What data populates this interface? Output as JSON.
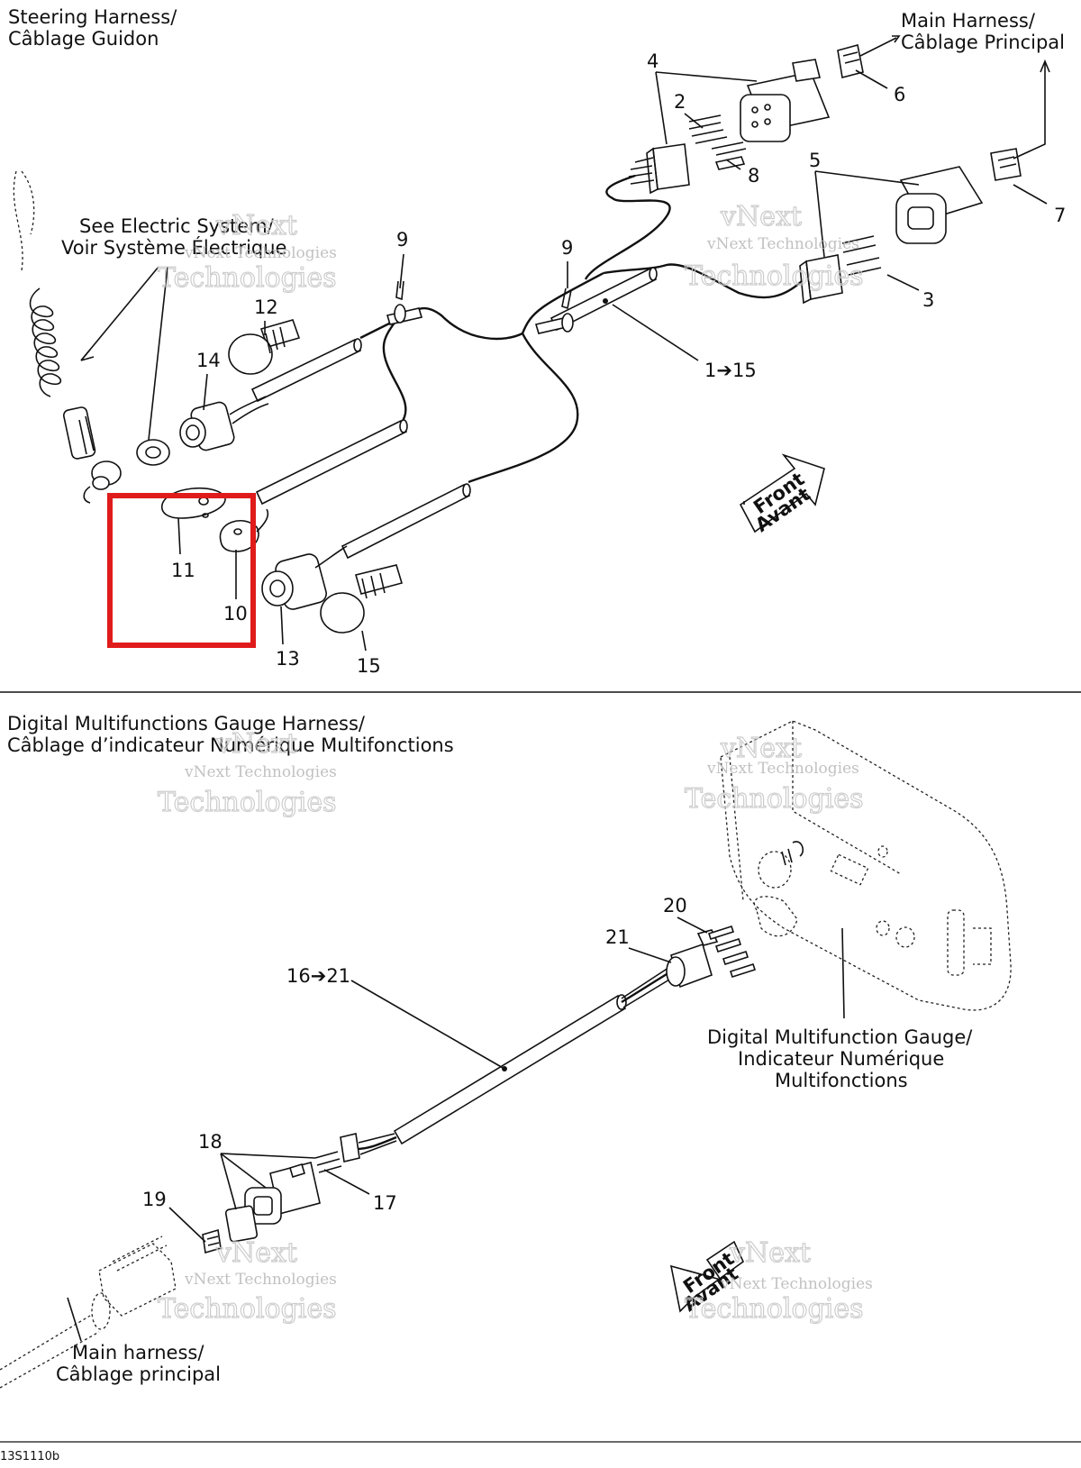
{
  "top_section": {
    "title_line1": "Steering Harness/",
    "title_line2": "Câblage Guidon",
    "main_harness_line1": "Main Harness/",
    "main_harness_line2": "Câblage Principal",
    "see_electric_line1": "See Electric System/",
    "see_electric_line2": "Voir Système Électrique",
    "front_line1": "Front",
    "front_line2": "Avant",
    "callouts": {
      "c1_15": "1➔15",
      "c2": "2",
      "c3": "3",
      "c4": "4",
      "c5": "5",
      "c6": "6",
      "c7": "7",
      "c8": "8",
      "c9a": "9",
      "c9b": "9",
      "c10": "10",
      "c11": "11",
      "c12": "12",
      "c13": "13",
      "c14": "14",
      "c15": "15"
    },
    "highlight_color": "#e01b1b"
  },
  "bottom_section": {
    "title_line1": "Digital Multifunctions Gauge Harness/",
    "title_line2": "Câblage d’indicateur Numérique Multifonctions",
    "gauge_line1": "Digital Multifunction Gauge/",
    "gauge_line2": "Indicateur Numérique",
    "gauge_line3": "Multifonctions",
    "main_harness_line1": "Main harness/",
    "main_harness_line2": "Câblage principal",
    "front_line1": "Front",
    "front_line2": "Avant",
    "callouts": {
      "c16_21": "16➔21",
      "c17": "17",
      "c18": "18",
      "c19": "19",
      "c20": "20",
      "c21": "21"
    }
  },
  "watermark": {
    "line1": "vNext Technologies",
    "line2": "Technologies",
    "line3": "vNext"
  },
  "footer": {
    "figure_code": "13S1110b"
  }
}
